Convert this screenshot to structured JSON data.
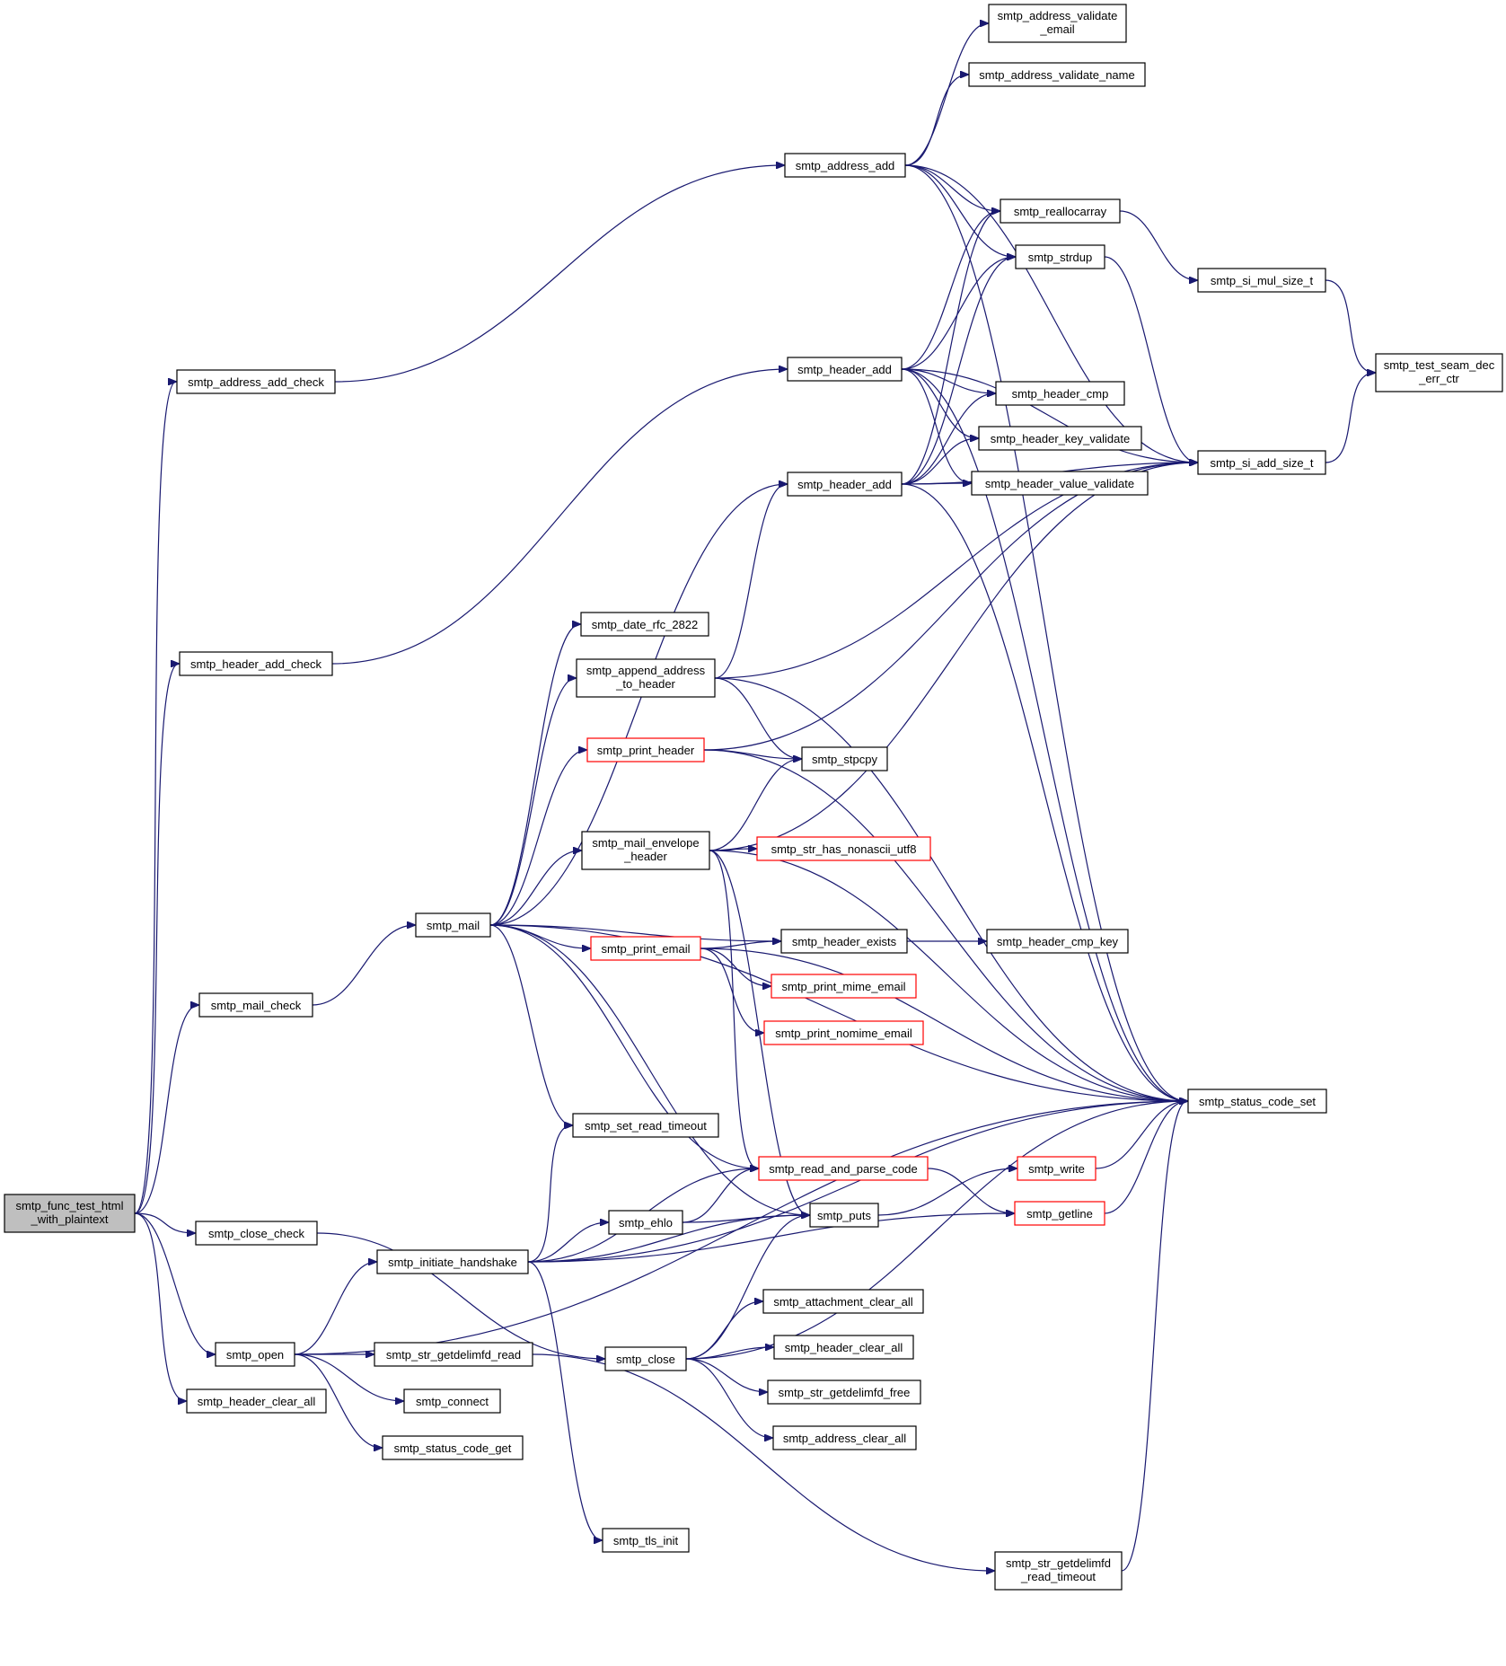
{
  "colors": {
    "edge": "#191970",
    "node_border": "#000000",
    "node_border_truncated": "#ff0000",
    "root_fill": "#bfbfbf",
    "node_fill": "#ffffff"
  },
  "nodes": [
    {
      "id": "root",
      "lines": [
        "smtp_func_test_html",
        "_with_plaintext"
      ],
      "style": "root"
    },
    {
      "id": "address_add_check",
      "lines": [
        "smtp_address_add_check"
      ],
      "style": "normal"
    },
    {
      "id": "header_add_check",
      "lines": [
        "smtp_header_add_check"
      ],
      "style": "normal"
    },
    {
      "id": "mail_check",
      "lines": [
        "smtp_mail_check"
      ],
      "style": "normal"
    },
    {
      "id": "close_check",
      "lines": [
        "smtp_close_check"
      ],
      "style": "normal"
    },
    {
      "id": "open",
      "lines": [
        "smtp_open"
      ],
      "style": "normal"
    },
    {
      "id": "header_clear_all_l",
      "lines": [
        "smtp_header_clear_all"
      ],
      "style": "normal"
    },
    {
      "id": "mail",
      "lines": [
        "smtp_mail"
      ],
      "style": "normal"
    },
    {
      "id": "initiate_handshake",
      "lines": [
        "smtp_initiate_handshake"
      ],
      "style": "normal"
    },
    {
      "id": "str_getdelimfd_read",
      "lines": [
        "smtp_str_getdelimfd_read"
      ],
      "style": "normal"
    },
    {
      "id": "connect",
      "lines": [
        "smtp_connect"
      ],
      "style": "normal"
    },
    {
      "id": "status_code_get",
      "lines": [
        "smtp_status_code_get"
      ],
      "style": "normal"
    },
    {
      "id": "date_rfc",
      "lines": [
        "smtp_date_rfc_2822"
      ],
      "style": "normal"
    },
    {
      "id": "append_address",
      "lines": [
        "smtp_append_address",
        "_to_header"
      ],
      "style": "normal"
    },
    {
      "id": "print_header",
      "lines": [
        "smtp_print_header"
      ],
      "style": "red"
    },
    {
      "id": "mail_envelope",
      "lines": [
        "smtp_mail_envelope",
        "_header"
      ],
      "style": "normal"
    },
    {
      "id": "print_email",
      "lines": [
        "smtp_print_email"
      ],
      "style": "red"
    },
    {
      "id": "set_read_timeout",
      "lines": [
        "smtp_set_read_timeout"
      ],
      "style": "normal"
    },
    {
      "id": "ehlo",
      "lines": [
        "smtp_ehlo"
      ],
      "style": "normal"
    },
    {
      "id": "close",
      "lines": [
        "smtp_close"
      ],
      "style": "normal"
    },
    {
      "id": "tls_init",
      "lines": [
        "smtp_tls_init"
      ],
      "style": "normal"
    },
    {
      "id": "address_add",
      "lines": [
        "smtp_address_add"
      ],
      "style": "normal"
    },
    {
      "id": "header_add_1",
      "lines": [
        "smtp_header_add"
      ],
      "style": "normal"
    },
    {
      "id": "header_add_2",
      "lines": [
        "smtp_header_add"
      ],
      "style": "normal"
    },
    {
      "id": "stpcpy",
      "lines": [
        "smtp_stpcpy"
      ],
      "style": "normal"
    },
    {
      "id": "str_has_nonascii",
      "lines": [
        "smtp_str_has_nonascii_utf8"
      ],
      "style": "red"
    },
    {
      "id": "header_exists",
      "lines": [
        "smtp_header_exists"
      ],
      "style": "normal"
    },
    {
      "id": "print_mime_email",
      "lines": [
        "smtp_print_mime_email"
      ],
      "style": "red"
    },
    {
      "id": "print_nomime_email",
      "lines": [
        "smtp_print_nomime_email"
      ],
      "style": "red"
    },
    {
      "id": "read_and_parse_code",
      "lines": [
        "smtp_read_and_parse_code"
      ],
      "style": "red"
    },
    {
      "id": "puts",
      "lines": [
        "smtp_puts"
      ],
      "style": "normal"
    },
    {
      "id": "attachment_clear_all",
      "lines": [
        "smtp_attachment_clear_all"
      ],
      "style": "normal"
    },
    {
      "id": "header_clear_all_r",
      "lines": [
        "smtp_header_clear_all"
      ],
      "style": "normal"
    },
    {
      "id": "str_getdelimfd_free",
      "lines": [
        "smtp_str_getdelimfd_free"
      ],
      "style": "normal"
    },
    {
      "id": "address_clear_all",
      "lines": [
        "smtp_address_clear_all"
      ],
      "style": "normal"
    },
    {
      "id": "address_validate_email",
      "lines": [
        "smtp_address_validate",
        "_email"
      ],
      "style": "normal"
    },
    {
      "id": "address_validate_name",
      "lines": [
        "smtp_address_validate_name"
      ],
      "style": "normal"
    },
    {
      "id": "reallocarray",
      "lines": [
        "smtp_reallocarray"
      ],
      "style": "normal"
    },
    {
      "id": "strdup",
      "lines": [
        "smtp_strdup"
      ],
      "style": "normal"
    },
    {
      "id": "header_cmp",
      "lines": [
        "smtp_header_cmp"
      ],
      "style": "normal"
    },
    {
      "id": "header_key_validate",
      "lines": [
        "smtp_header_key_validate"
      ],
      "style": "normal"
    },
    {
      "id": "header_value_validate",
      "lines": [
        "smtp_header_value_validate"
      ],
      "style": "normal"
    },
    {
      "id": "header_cmp_key",
      "lines": [
        "smtp_header_cmp_key"
      ],
      "style": "normal"
    },
    {
      "id": "write",
      "lines": [
        "smtp_write"
      ],
      "style": "red"
    },
    {
      "id": "getline",
      "lines": [
        "smtp_getline"
      ],
      "style": "red"
    },
    {
      "id": "str_getdelimfd_read_timeout",
      "lines": [
        "smtp_str_getdelimfd",
        "_read_timeout"
      ],
      "style": "normal"
    },
    {
      "id": "si_mul_size_t",
      "lines": [
        "smtp_si_mul_size_t"
      ],
      "style": "normal"
    },
    {
      "id": "si_add_size_t",
      "lines": [
        "smtp_si_add_size_t"
      ],
      "style": "normal"
    },
    {
      "id": "status_code_set",
      "lines": [
        "smtp_status_code_set"
      ],
      "style": "normal"
    },
    {
      "id": "test_seam_dec_err_ctr",
      "lines": [
        "smtp_test_seam_dec",
        "_err_ctr"
      ],
      "style": "normal"
    }
  ],
  "edges": [
    [
      "root",
      "address_add_check"
    ],
    [
      "root",
      "header_add_check"
    ],
    [
      "root",
      "mail_check"
    ],
    [
      "root",
      "close_check"
    ],
    [
      "root",
      "open"
    ],
    [
      "root",
      "header_clear_all_l"
    ],
    [
      "address_add_check",
      "address_add"
    ],
    [
      "header_add_check",
      "header_add_1"
    ],
    [
      "mail_check",
      "mail"
    ],
    [
      "close_check",
      "close"
    ],
    [
      "open",
      "initiate_handshake"
    ],
    [
      "open",
      "str_getdelimfd_read"
    ],
    [
      "open",
      "connect"
    ],
    [
      "open",
      "status_code_get"
    ],
    [
      "open",
      "status_code_set"
    ],
    [
      "mail",
      "header_add_2"
    ],
    [
      "mail",
      "date_rfc"
    ],
    [
      "mail",
      "append_address"
    ],
    [
      "mail",
      "print_header"
    ],
    [
      "mail",
      "mail_envelope"
    ],
    [
      "mail",
      "header_exists"
    ],
    [
      "mail",
      "print_email"
    ],
    [
      "mail",
      "status_code_set"
    ],
    [
      "mail",
      "set_read_timeout"
    ],
    [
      "mail",
      "read_and_parse_code"
    ],
    [
      "mail",
      "puts"
    ],
    [
      "initiate_handshake",
      "set_read_timeout"
    ],
    [
      "initiate_handshake",
      "read_and_parse_code"
    ],
    [
      "initiate_handshake",
      "ehlo"
    ],
    [
      "initiate_handshake",
      "puts"
    ],
    [
      "initiate_handshake",
      "getline"
    ],
    [
      "initiate_handshake",
      "tls_init"
    ],
    [
      "initiate_handshake",
      "status_code_set"
    ],
    [
      "str_getdelimfd_read",
      "str_getdelimfd_read_timeout"
    ],
    [
      "close",
      "puts"
    ],
    [
      "close",
      "attachment_clear_all"
    ],
    [
      "close",
      "header_clear_all_r"
    ],
    [
      "close",
      "str_getdelimfd_free"
    ],
    [
      "close",
      "address_clear_all"
    ],
    [
      "close",
      "status_code_set"
    ],
    [
      "append_address",
      "header_add_2"
    ],
    [
      "append_address",
      "si_add_size_t"
    ],
    [
      "append_address",
      "stpcpy"
    ],
    [
      "append_address",
      "status_code_set"
    ],
    [
      "print_header",
      "si_add_size_t"
    ],
    [
      "print_header",
      "stpcpy"
    ],
    [
      "print_header",
      "status_code_set"
    ],
    [
      "mail_envelope",
      "stpcpy"
    ],
    [
      "mail_envelope",
      "str_has_nonascii"
    ],
    [
      "mail_envelope",
      "si_add_size_t"
    ],
    [
      "mail_envelope",
      "status_code_set"
    ],
    [
      "mail_envelope",
      "read_and_parse_code"
    ],
    [
      "mail_envelope",
      "puts"
    ],
    [
      "print_email",
      "header_exists"
    ],
    [
      "print_email",
      "print_mime_email"
    ],
    [
      "print_email",
      "print_nomime_email"
    ],
    [
      "print_email",
      "status_code_set"
    ],
    [
      "ehlo",
      "read_and_parse_code"
    ],
    [
      "ehlo",
      "puts"
    ],
    [
      "address_add",
      "address_validate_email"
    ],
    [
      "address_add",
      "address_validate_name"
    ],
    [
      "address_add",
      "reallocarray"
    ],
    [
      "address_add",
      "strdup"
    ],
    [
      "address_add",
      "si_add_size_t"
    ],
    [
      "address_add",
      "status_code_set"
    ],
    [
      "header_add_1",
      "reallocarray"
    ],
    [
      "header_add_1",
      "strdup"
    ],
    [
      "header_add_1",
      "header_cmp"
    ],
    [
      "header_add_1",
      "header_key_validate"
    ],
    [
      "header_add_1",
      "header_value_validate"
    ],
    [
      "header_add_1",
      "si_add_size_t"
    ],
    [
      "header_add_1",
      "status_code_set"
    ],
    [
      "header_add_2",
      "reallocarray"
    ],
    [
      "header_add_2",
      "strdup"
    ],
    [
      "header_add_2",
      "header_cmp"
    ],
    [
      "header_add_2",
      "header_key_validate"
    ],
    [
      "header_add_2",
      "header_value_validate"
    ],
    [
      "header_add_2",
      "si_add_size_t"
    ],
    [
      "header_add_2",
      "status_code_set"
    ],
    [
      "header_exists",
      "header_cmp_key"
    ],
    [
      "read_and_parse_code",
      "getline"
    ],
    [
      "puts",
      "write"
    ],
    [
      "reallocarray",
      "si_mul_size_t"
    ],
    [
      "strdup",
      "si_add_size_t"
    ],
    [
      "si_mul_size_t",
      "test_seam_dec_err_ctr"
    ],
    [
      "si_add_size_t",
      "test_seam_dec_err_ctr"
    ],
    [
      "write",
      "status_code_set"
    ],
    [
      "getline",
      "status_code_set"
    ],
    [
      "str_getdelimfd_read_timeout",
      "status_code_set"
    ]
  ]
}
